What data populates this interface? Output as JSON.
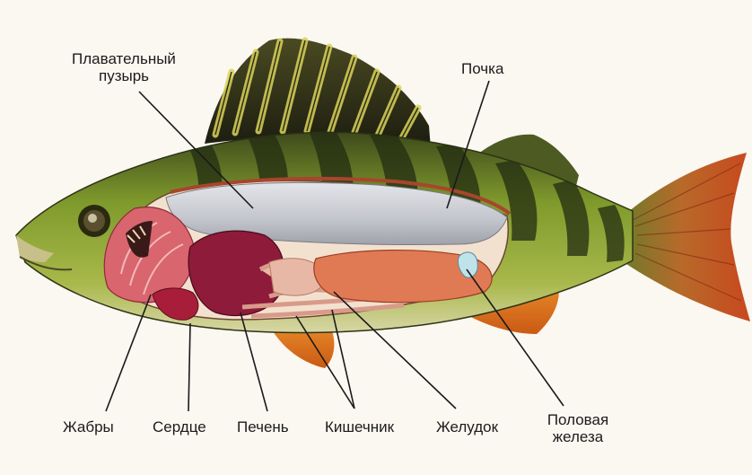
{
  "labels": {
    "swim_bladder_line1": "Плавательный",
    "swim_bladder_line2": "пузырь",
    "kidney": "Почка",
    "gills": "Жабры",
    "heart": "Сердце",
    "liver": "Печень",
    "intestine": "Кишечник",
    "stomach": "Желудок",
    "gonad_line1": "Половая",
    "gonad_line2": "железа"
  },
  "colors": {
    "background": "#fbf7f1",
    "leader_line": "#1a1a1a",
    "body_green": "#7f9a2c",
    "stripe_dark": "#232c12",
    "fin_orange": "#e47a1c",
    "tail_red": "#c9481e",
    "swim_bladder": "#c8cad0",
    "liver": "#8e1b3a",
    "gills": "#d9656f",
    "intestine": "#e8b8a6",
    "stomach": "#e07a55"
  }
}
